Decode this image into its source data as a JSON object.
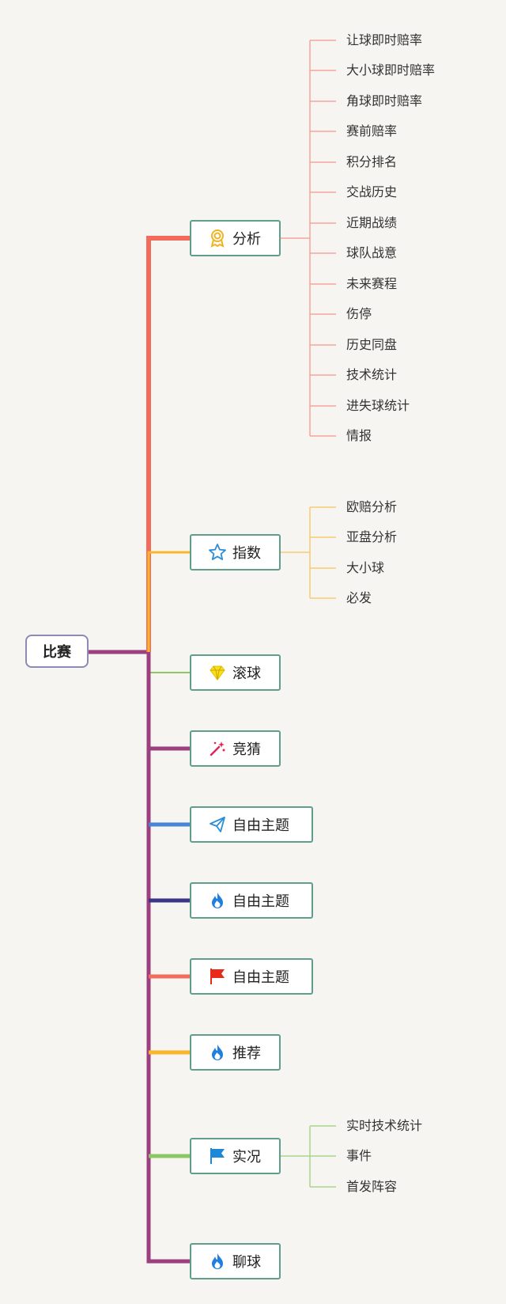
{
  "root": {
    "label": "比赛"
  },
  "colors": {
    "coral": "#f26b5b",
    "orange": "#f8b62a",
    "green": "#8cc665",
    "purple": "#9b3f7f",
    "blue": "#4a84d4",
    "navy": "#3a3787",
    "teal_border": "#5f9e8a",
    "root_border": "#8e8ab4"
  },
  "branches": [
    {
      "label": "分析",
      "icon": "award-ribbon-icon",
      "children": [
        "让球即时赔率",
        "大小球即时赔率",
        "角球即时赔率",
        "赛前赔率",
        "积分排名",
        "交战历史",
        "近期战绩",
        "球队战意",
        "未来赛程",
        "伤停",
        "历史同盘",
        "技术统计",
        "进失球统计",
        "情报"
      ]
    },
    {
      "label": "指数",
      "icon": "star-outline-icon",
      "children": [
        "欧赔分析",
        "亚盘分析",
        "大小球",
        "必发"
      ]
    },
    {
      "label": "滚球",
      "icon": "diamond-icon",
      "children": []
    },
    {
      "label": "竞猜",
      "icon": "magic-wand-icon",
      "children": []
    },
    {
      "label": "自由主题",
      "icon": "paper-plane-icon",
      "children": []
    },
    {
      "label": "自由主题",
      "icon": "flame-icon",
      "children": []
    },
    {
      "label": "自由主题",
      "icon": "red-flag-icon",
      "children": []
    },
    {
      "label": "推荐",
      "icon": "flame-icon",
      "children": []
    },
    {
      "label": "实况",
      "icon": "blue-flag-icon",
      "children": [
        "实时技术统计",
        "事件",
        "首发阵容"
      ]
    },
    {
      "label": "聊球",
      "icon": "flame-icon",
      "children": []
    }
  ]
}
